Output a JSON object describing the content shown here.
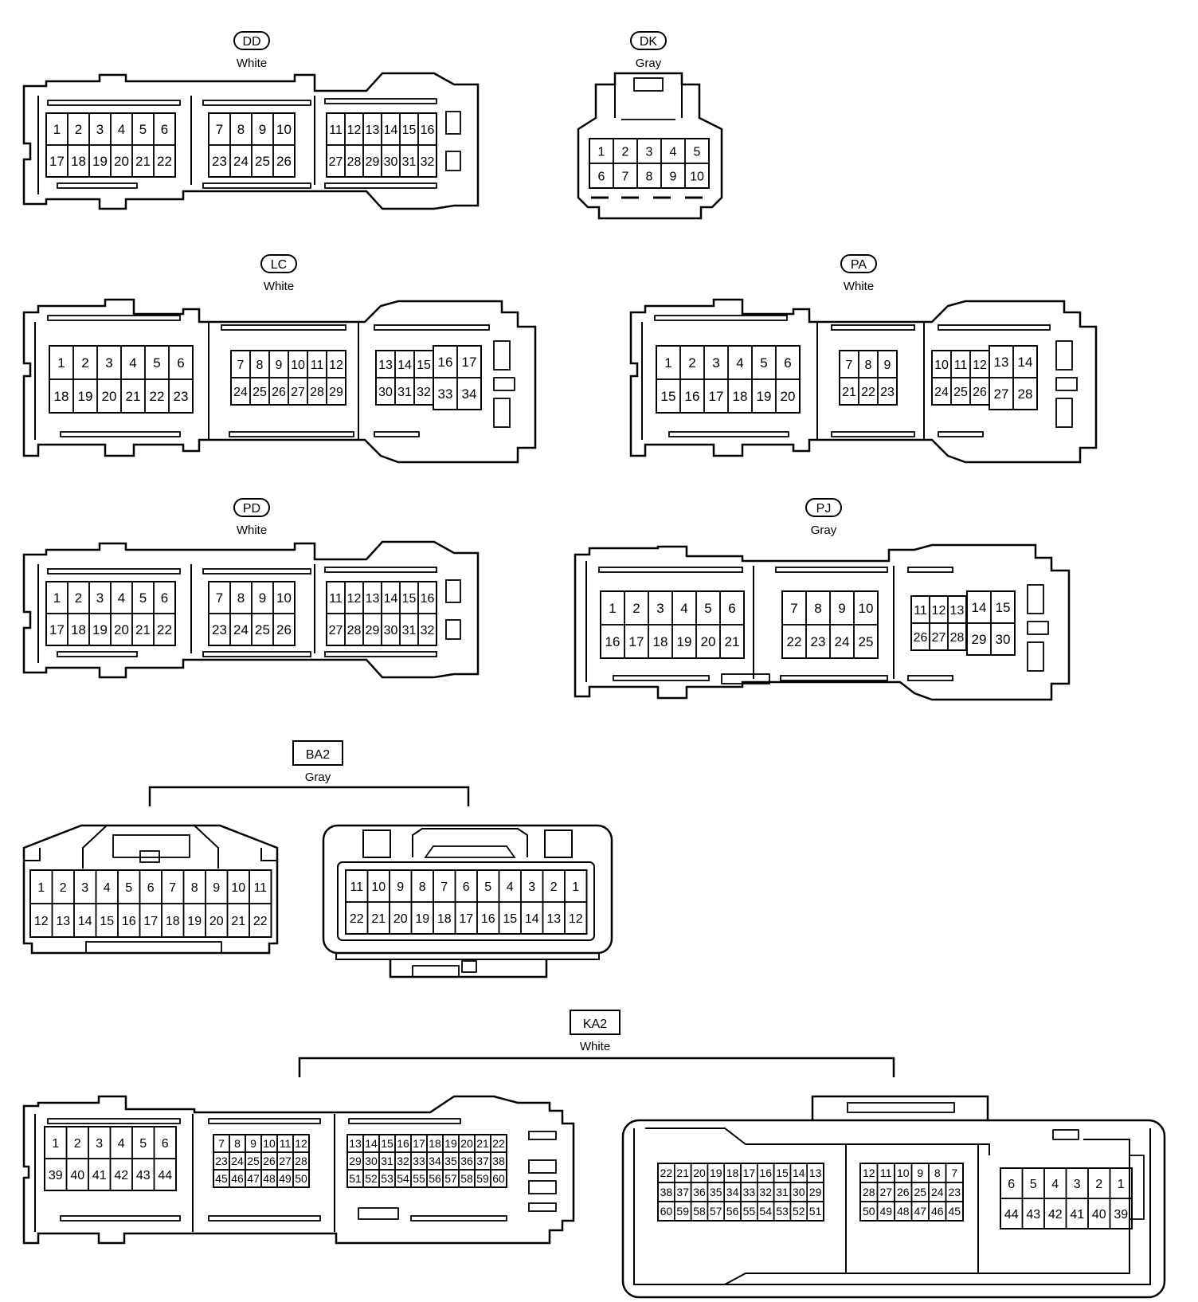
{
  "connectors": [
    {
      "id": "DD",
      "color": "White",
      "label_shape": "oval",
      "pin_groups": [
        {
          "rows": [
            [
              "1",
              "2",
              "3",
              "4",
              "5",
              "6"
            ],
            [
              "17",
              "18",
              "19",
              "20",
              "21",
              "22"
            ]
          ]
        },
        {
          "rows": [
            [
              "7",
              "8",
              "9",
              "10"
            ],
            [
              "23",
              "24",
              "25",
              "26"
            ]
          ]
        },
        {
          "rows": [
            [
              "11",
              "12",
              "13",
              "14",
              "15",
              "16"
            ],
            [
              "27",
              "28",
              "29",
              "30",
              "31",
              "32"
            ]
          ]
        }
      ]
    },
    {
      "id": "DK",
      "color": "Gray",
      "label_shape": "oval",
      "pin_groups": [
        {
          "rows": [
            [
              "1",
              "2",
              "3",
              "4",
              "5"
            ],
            [
              "6",
              "7",
              "8",
              "9",
              "10"
            ]
          ]
        }
      ]
    },
    {
      "id": "LC",
      "color": "White",
      "label_shape": "oval",
      "pin_groups": [
        {
          "rows": [
            [
              "1",
              "2",
              "3",
              "4",
              "5",
              "6"
            ],
            [
              "18",
              "19",
              "20",
              "21",
              "22",
              "23"
            ]
          ]
        },
        {
          "rows": [
            [
              "7",
              "8",
              "9",
              "10",
              "11",
              "12"
            ],
            [
              "24",
              "25",
              "26",
              "27",
              "28",
              "29"
            ]
          ]
        },
        {
          "rows": [
            [
              "13",
              "14",
              "15"
            ],
            [
              "30",
              "31",
              "32"
            ]
          ]
        },
        {
          "rows": [
            [
              "16",
              "17"
            ],
            [
              "33",
              "34"
            ]
          ]
        }
      ]
    },
    {
      "id": "PA",
      "color": "White",
      "label_shape": "oval",
      "pin_groups": [
        {
          "rows": [
            [
              "1",
              "2",
              "3",
              "4",
              "5",
              "6"
            ],
            [
              "15",
              "16",
              "17",
              "18",
              "19",
              "20"
            ]
          ]
        },
        {
          "rows": [
            [
              "7",
              "8",
              "9"
            ],
            [
              "21",
              "22",
              "23"
            ]
          ]
        },
        {
          "rows": [
            [
              "10",
              "11",
              "12"
            ],
            [
              "24",
              "25",
              "26"
            ]
          ]
        },
        {
          "rows": [
            [
              "13",
              "14"
            ],
            [
              "27",
              "28"
            ]
          ]
        }
      ]
    },
    {
      "id": "PD",
      "color": "White",
      "label_shape": "oval",
      "pin_groups": [
        {
          "rows": [
            [
              "1",
              "2",
              "3",
              "4",
              "5",
              "6"
            ],
            [
              "17",
              "18",
              "19",
              "20",
              "21",
              "22"
            ]
          ]
        },
        {
          "rows": [
            [
              "7",
              "8",
              "9",
              "10"
            ],
            [
              "23",
              "24",
              "25",
              "26"
            ]
          ]
        },
        {
          "rows": [
            [
              "11",
              "12",
              "13",
              "14",
              "15",
              "16"
            ],
            [
              "27",
              "28",
              "29",
              "30",
              "31",
              "32"
            ]
          ]
        }
      ]
    },
    {
      "id": "PJ",
      "color": "Gray",
      "label_shape": "oval",
      "pin_groups": [
        {
          "rows": [
            [
              "1",
              "2",
              "3",
              "4",
              "5",
              "6"
            ],
            [
              "16",
              "17",
              "18",
              "19",
              "20",
              "21"
            ]
          ]
        },
        {
          "rows": [
            [
              "7",
              "8",
              "9",
              "10"
            ],
            [
              "22",
              "23",
              "24",
              "25"
            ]
          ]
        },
        {
          "rows": [
            [
              "11",
              "12",
              "13"
            ],
            [
              "26",
              "27",
              "28"
            ]
          ]
        },
        {
          "rows": [
            [
              "14",
              "15"
            ],
            [
              "29",
              "30"
            ]
          ]
        }
      ]
    },
    {
      "id": "BA2",
      "color": "Gray",
      "label_shape": "box",
      "pin_groups": [
        {
          "rows": [
            [
              "1",
              "2",
              "3",
              "4",
              "5",
              "6",
              "7",
              "8",
              "9",
              "10",
              "11"
            ],
            [
              "12",
              "13",
              "14",
              "15",
              "16",
              "17",
              "18",
              "19",
              "20",
              "21",
              "22"
            ]
          ]
        },
        {
          "rows": [
            [
              "11",
              "10",
              "9",
              "8",
              "7",
              "6",
              "5",
              "4",
              "3",
              "2",
              "1"
            ],
            [
              "22",
              "21",
              "20",
              "19",
              "18",
              "17",
              "16",
              "15",
              "14",
              "13",
              "12"
            ]
          ]
        }
      ]
    },
    {
      "id": "KA2",
      "color": "White",
      "label_shape": "box",
      "pin_groups": [
        {
          "rows": [
            [
              "1",
              "2",
              "3",
              "4",
              "5",
              "6"
            ],
            [
              "39",
              "40",
              "41",
              "42",
              "43",
              "44"
            ]
          ]
        },
        {
          "rows": [
            [
              "7",
              "8",
              "9",
              "10",
              "11",
              "12"
            ],
            [
              "23",
              "24",
              "25",
              "26",
              "27",
              "28"
            ],
            [
              "45",
              "46",
              "47",
              "48",
              "49",
              "50"
            ]
          ]
        },
        {
          "rows": [
            [
              "13",
              "14",
              "15",
              "16",
              "17",
              "18",
              "19",
              "20",
              "21",
              "22"
            ],
            [
              "29",
              "30",
              "31",
              "32",
              "33",
              "34",
              "35",
              "36",
              "37",
              "38"
            ],
            [
              "51",
              "52",
              "53",
              "54",
              "55",
              "56",
              "57",
              "58",
              "59",
              "60"
            ]
          ]
        },
        {
          "rows": [
            [
              "22",
              "21",
              "20",
              "19",
              "18",
              "17",
              "16",
              "15",
              "14",
              "13"
            ],
            [
              "38",
              "37",
              "36",
              "35",
              "34",
              "33",
              "32",
              "31",
              "30",
              "29"
            ],
            [
              "60",
              "59",
              "58",
              "57",
              "56",
              "55",
              "54",
              "53",
              "52",
              "51"
            ]
          ]
        },
        {
          "rows": [
            [
              "12",
              "11",
              "10",
              "9",
              "8",
              "7"
            ],
            [
              "28",
              "27",
              "26",
              "25",
              "24",
              "23"
            ],
            [
              "50",
              "49",
              "48",
              "47",
              "46",
              "45"
            ]
          ]
        },
        {
          "rows": [
            [
              "6",
              "5",
              "4",
              "3",
              "2",
              "1"
            ],
            [
              "44",
              "43",
              "42",
              "41",
              "40",
              "39"
            ]
          ]
        }
      ]
    }
  ]
}
